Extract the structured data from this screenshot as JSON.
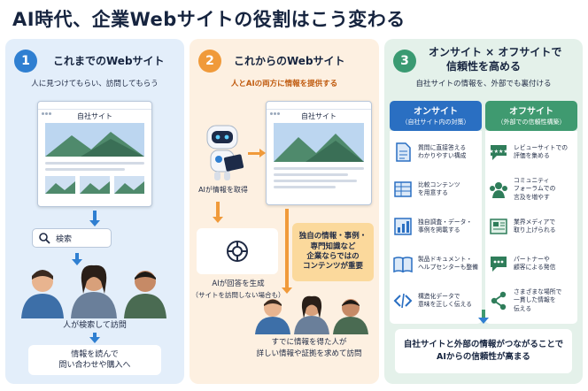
{
  "title": "AI時代、企業Webサイトの役割はこう変わる",
  "colors": {
    "blue": "#2f7fd1",
    "orange": "#f09a3a",
    "green": "#3a9a72",
    "onsite": "#2a6fc2",
    "offsite": "#3f9a70"
  },
  "panel1": {
    "number": "1",
    "heading": "これまでのWebサイト",
    "subheading": "人に見つけてもらい、訪問してもらう",
    "window_title": "自社サイト",
    "search_label": "検索",
    "caption1": "人が検索して訪問",
    "caption2_l1": "情報を読んで",
    "caption2_l2": "問い合わせや購入へ"
  },
  "panel2": {
    "number": "2",
    "heading": "これからのWebサイト",
    "subheading": "人とAIの両方に情報を提供する",
    "window_title": "自社サイト",
    "robot_caption": "AIが情報を取得",
    "callout_l1": "独自の情報・事例・",
    "callout_l2": "専門知識など",
    "callout_l3": "企業ならではの",
    "callout_l4": "コンテンツが重要",
    "ai_caption_l1": "AIが回答を生成",
    "ai_caption_l2": "（サイトを訪問しない場合も）",
    "people_caption_l1": "すでに情報を得た人が",
    "people_caption_l2": "詳しい情報や証拠を求めて訪問"
  },
  "panel3": {
    "number": "3",
    "heading_l1": "オンサイト × オフサイトで",
    "heading_l2": "信頼性を高める",
    "subheading": "自社サイトの情報を、外部でも裏付ける",
    "onsite": {
      "title": "オンサイト",
      "subtitle": "（自社サイト内の対策）",
      "items": [
        {
          "l1": "質問に直接答える",
          "l2": "わかりやすい構成",
          "icon": "document-icon"
        },
        {
          "l1": "比較コンテンツ",
          "l2": "を用意する",
          "icon": "comparison-table-icon"
        },
        {
          "l1": "独自調査・データ・",
          "l2": "事例を掲載する",
          "icon": "bar-chart-icon"
        },
        {
          "l1": "製品ドキュメント・",
          "l2": "ヘルプセンターも整備",
          "icon": "book-icon"
        },
        {
          "l1": "構造化データで",
          "l2": "意味を正しく伝える",
          "icon": "code-icon"
        }
      ]
    },
    "offsite": {
      "title": "オフサイト",
      "subtitle": "（外部での信頼性構築）",
      "items": [
        {
          "l1": "レビューサイトでの",
          "l2": "評価を集める",
          "l3": "",
          "icon": "review-stars-icon"
        },
        {
          "l1": "コミュニティ",
          "l2": "フォーラムでの",
          "l3": "言及を増やす",
          "icon": "community-icon"
        },
        {
          "l1": "業界メディアで",
          "l2": "取り上げられる",
          "l3": "",
          "icon": "newspaper-icon"
        },
        {
          "l1": "パートナーや",
          "l2": "顧客による発信",
          "l3": "",
          "icon": "chat-bubble-icon"
        },
        {
          "l1": "さまざまな場所で",
          "l2": "一貫した情報を",
          "l3": "伝える",
          "icon": "share-icon"
        }
      ]
    },
    "summary_l1": "自社サイトと外部の情報がつながることで",
    "summary_l2": "AIからの信頼性が高まる"
  }
}
